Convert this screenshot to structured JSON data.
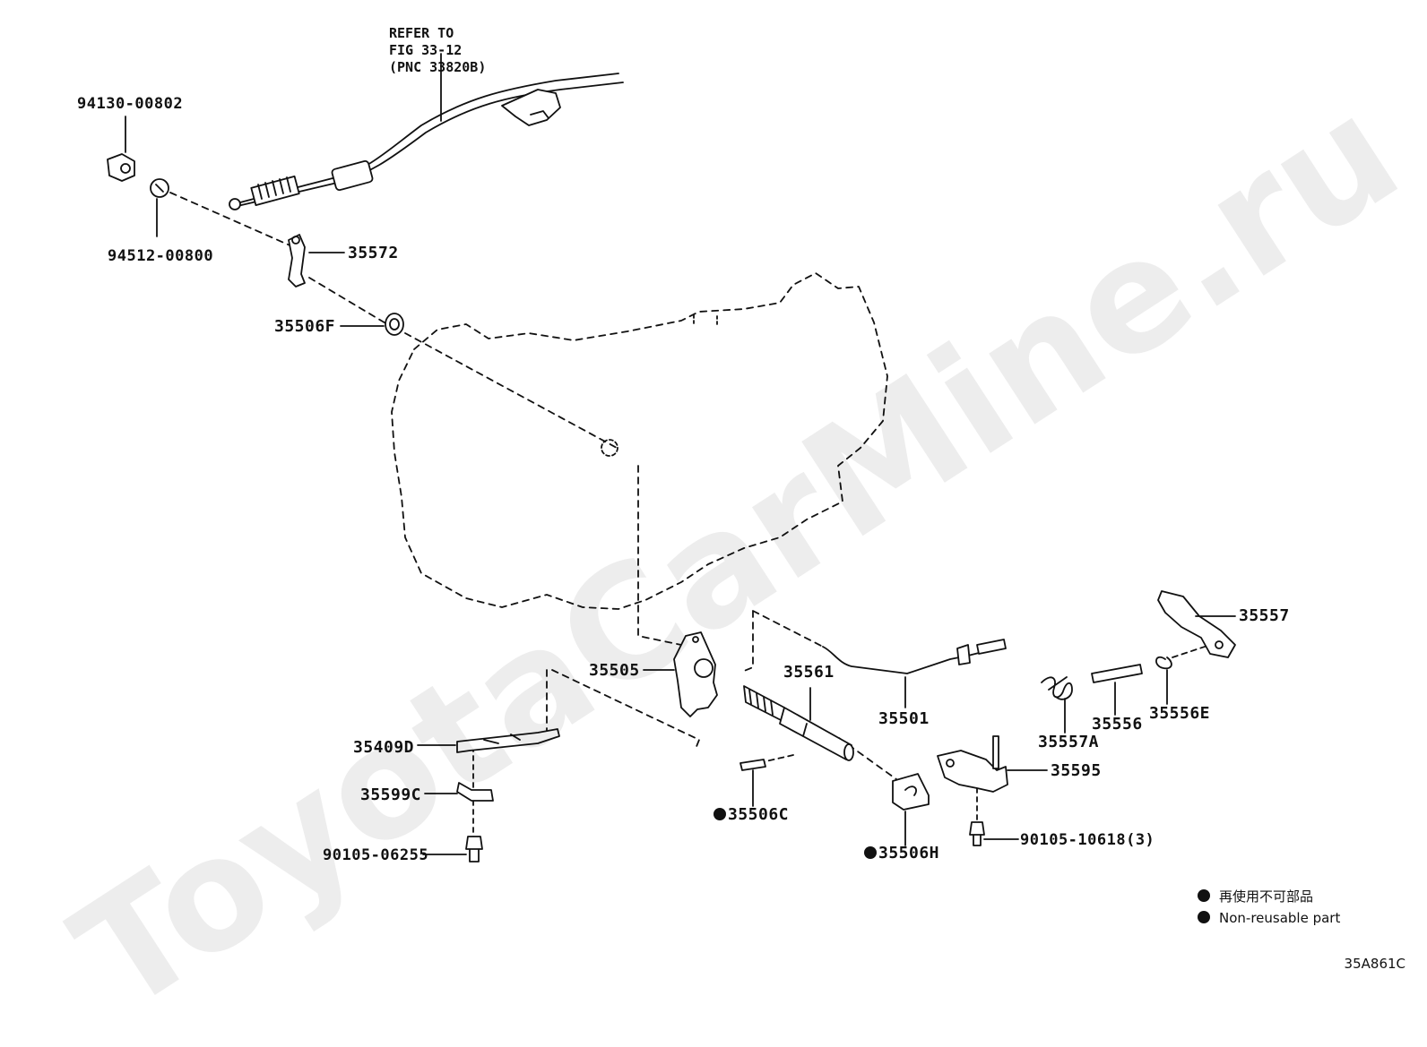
{
  "watermark": "ToyotaCarMine.ru",
  "reference_note": {
    "line1": "REFER TO",
    "line2": "FIG 33-12",
    "line3": "(PNC 33820B)"
  },
  "parts": {
    "p94130": "94130-00802",
    "p94512": "94512-00800",
    "p35572": "35572",
    "p35506F": "35506F",
    "p35505": "35505",
    "p35561": "35561",
    "p35501": "35501",
    "p35557": "35557",
    "p35557A": "35557A",
    "p35556": "35556",
    "p35556E": "35556E",
    "p35595": "35595",
    "p35409D": "35409D",
    "p35599C": "35599C",
    "p35506C": "35506C",
    "p35506H": "35506H",
    "p90105_06255": "90105-06255",
    "p90105_10618": "90105-10618(3)"
  },
  "legend": {
    "jp": "再使用不可部品",
    "en": "Non-reusable part"
  },
  "figure_code": "35A861C"
}
